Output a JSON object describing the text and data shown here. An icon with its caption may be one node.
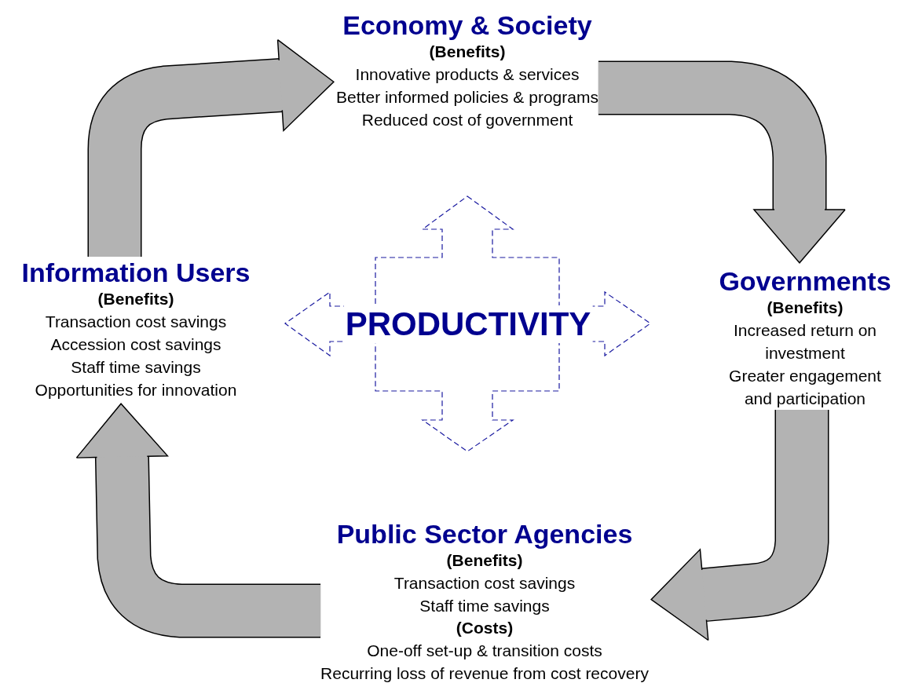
{
  "diagram": {
    "nodes": [
      {
        "text": [
          "Economy & Society",
          "(Benefits)",
          "Innovative products & services",
          "Better informed policies & programs",
          "Reduced cost of government"
        ]
      },
      {
        "text": [
          "Governments",
          "(Benefits)",
          "Increased return on investment",
          "Greater engagement and participation"
        ]
      },
      {
        "text": [
          "Public Sector Agencies",
          "(Benefits)",
          "Transaction cost savings",
          "Staff time savings",
          "(Costs)",
          "One-off set-up & transition costs",
          "Recurring loss of revenue from cost recovery"
        ]
      },
      {
        "text": [
          "Information Users",
          "(Benefits)",
          "Transaction cost savings",
          "Accession cost savings",
          "Staff time savings",
          "Opportunities for innovation"
        ]
      },
      {
        "text": [
          "PRODUCTIVITY"
        ]
      }
    ],
    "edges": [
      {
        "from": 3,
        "to": 0,
        "arrow": "to"
      },
      {
        "from": 0,
        "to": 1,
        "arrow": "to"
      },
      {
        "from": 1,
        "to": 2,
        "arrow": "to"
      },
      {
        "from": 2,
        "to": 3,
        "arrow": "to"
      }
    ]
  }
}
